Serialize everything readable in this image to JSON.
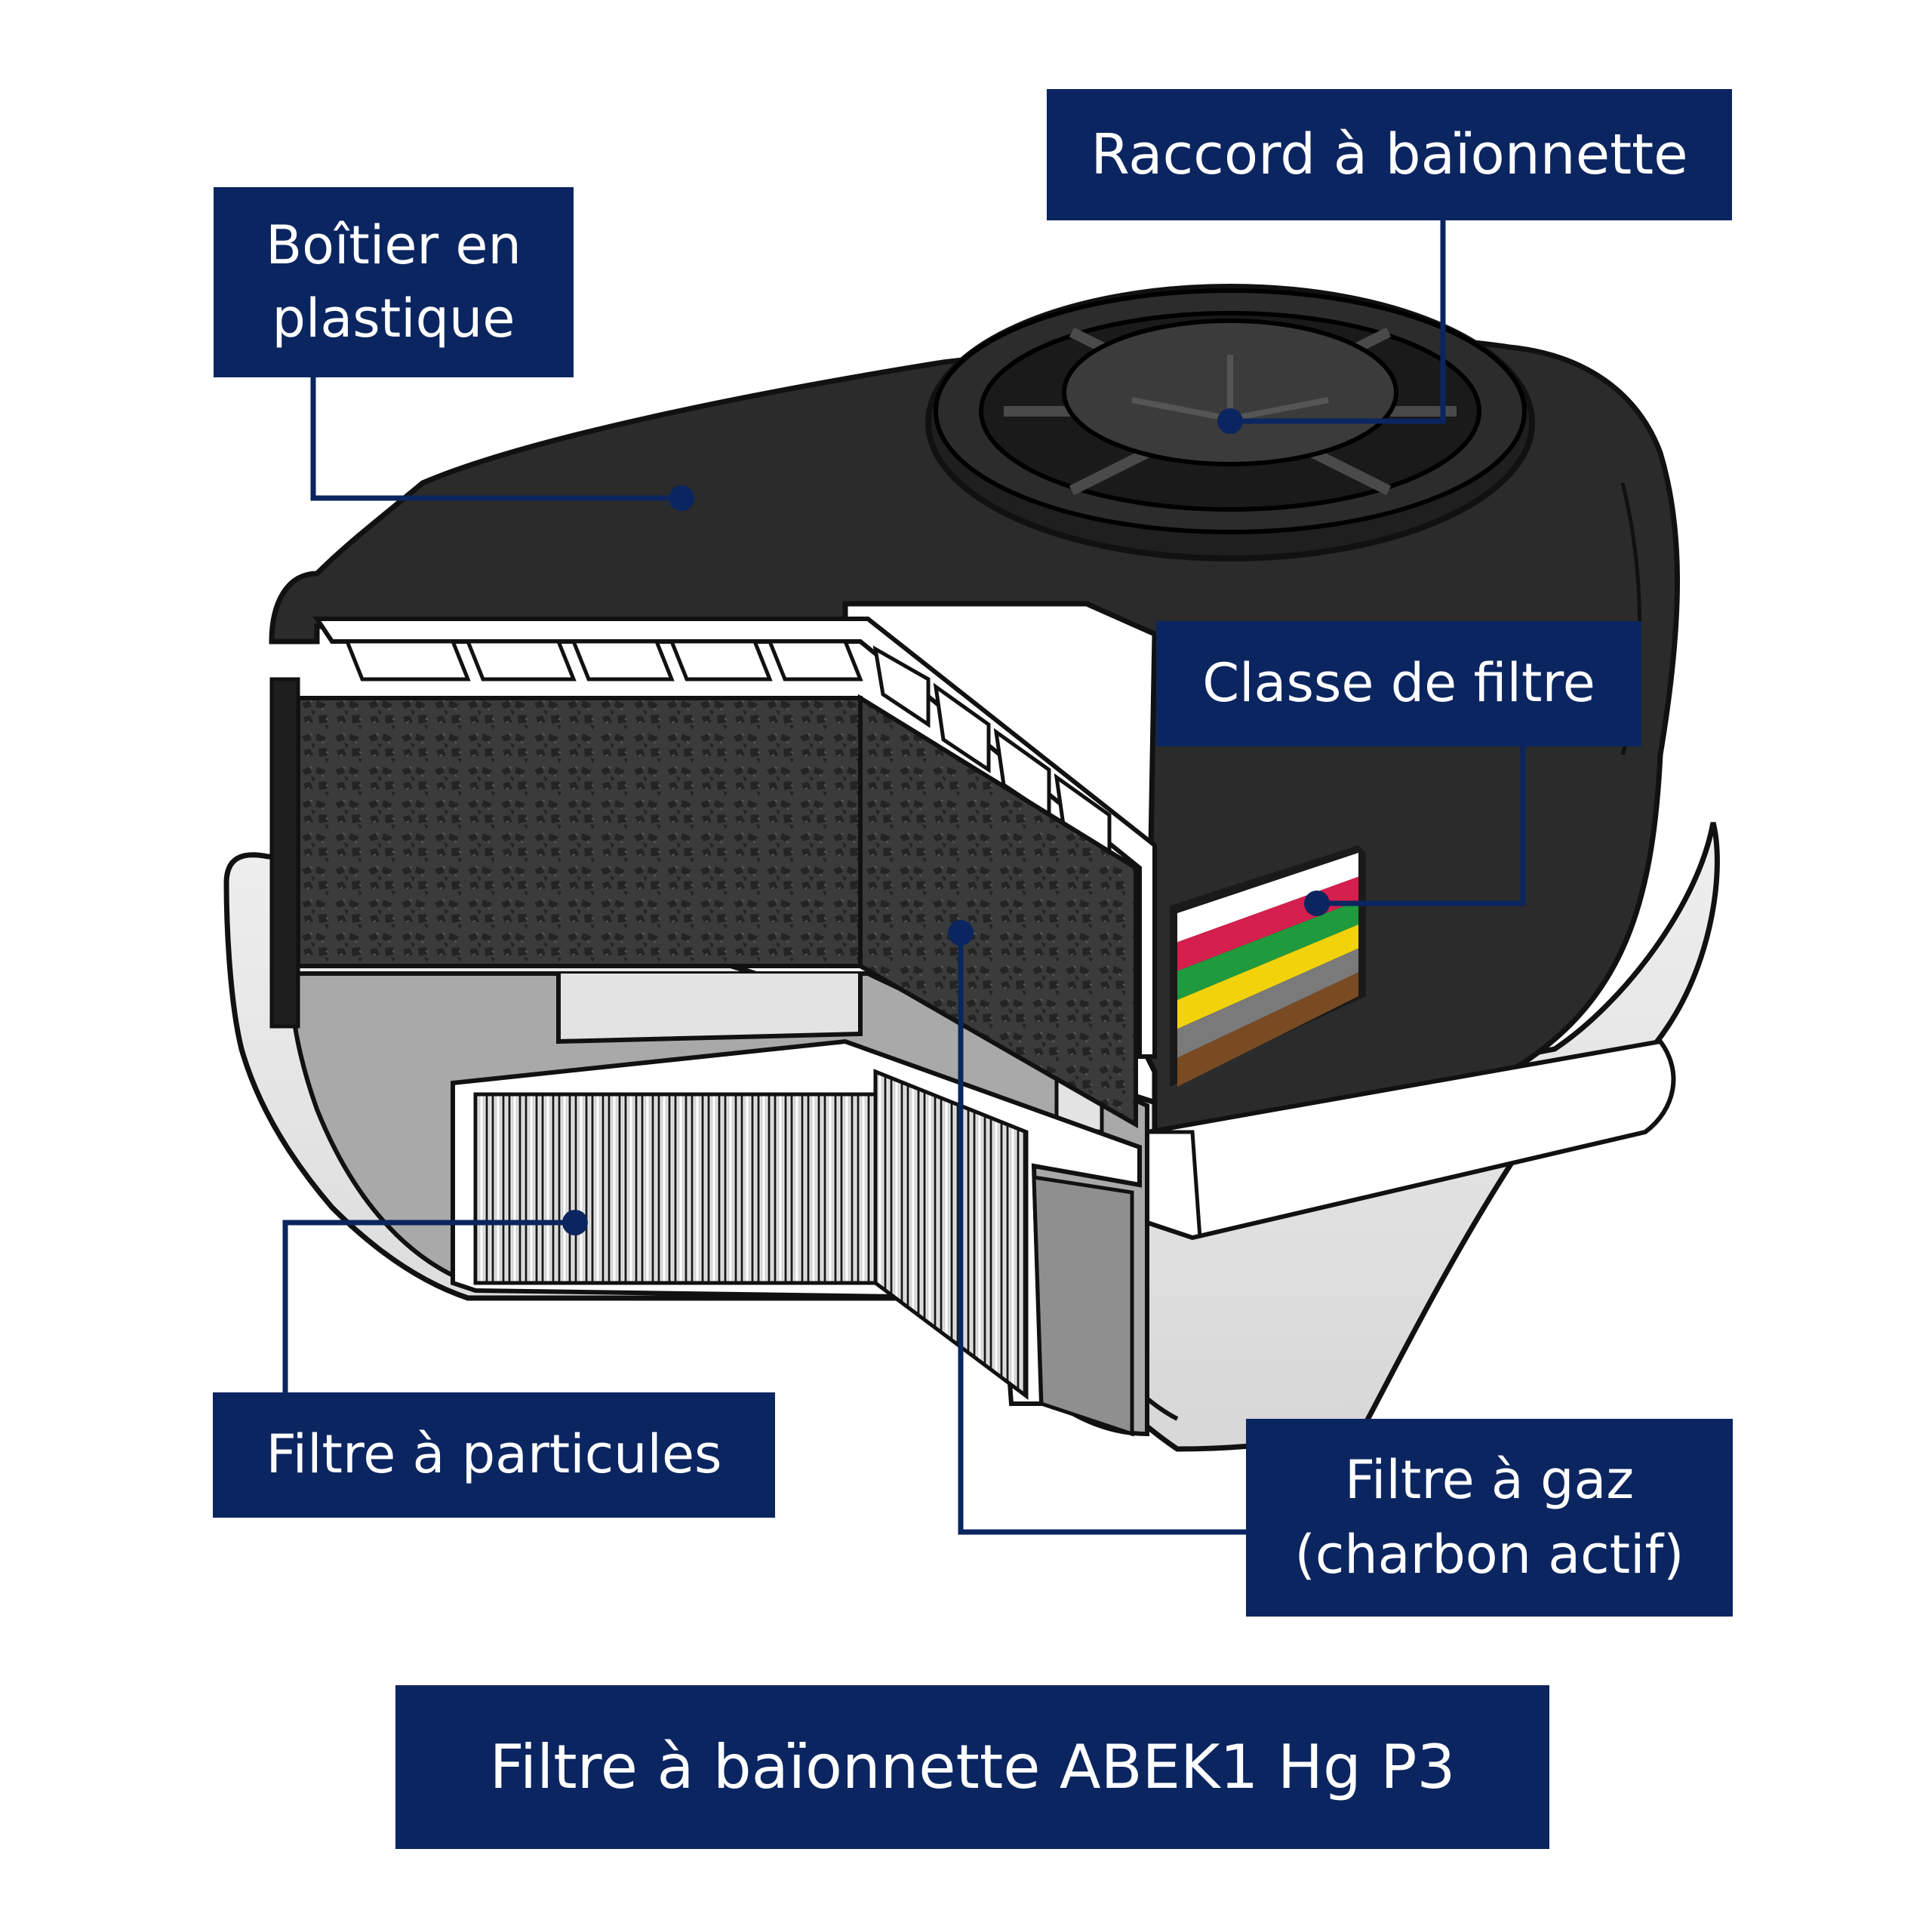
{
  "colors": {
    "label_bg": "#0b2560",
    "leader_line": "#0b2560",
    "housing": "#2a2a2a",
    "carbon": "#3a3a3a",
    "filter_class_stripes": [
      "#ffffff",
      "#d51f4e",
      "#1f9a3c",
      "#f2d20b",
      "#7a7a7a",
      "#7a4a22"
    ]
  },
  "labels": {
    "raccord": "Raccord à baïonnette",
    "boitier_line1": "Boîtier en",
    "boitier_line2": "plastique",
    "classe": "Classe de filtre",
    "particules": "Filtre à particules",
    "gaz_line1": "Filtre à gaz",
    "gaz_line2": "(charbon actif)",
    "title": "Filtre à baïonnette ABEK1 Hg P3"
  }
}
